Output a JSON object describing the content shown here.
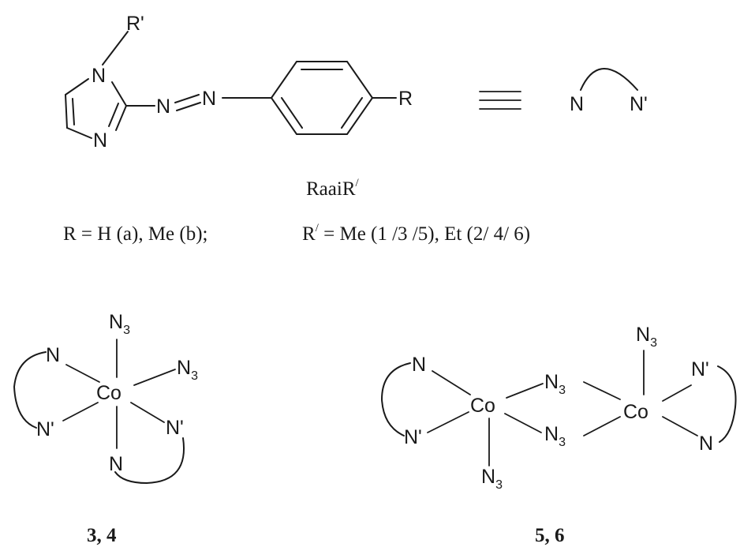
{
  "ligand": {
    "substituent_r_prime": "R'",
    "atom_n1": "N",
    "atom_n3": "N",
    "azo_n_left": "N",
    "azo_n_right": "N",
    "substituent_r": "R",
    "equiv_symbol": "≡",
    "donor_n": "N",
    "donor_n_prime": "N'",
    "name": "RaaiR",
    "name_prime": "/",
    "definition_r": "R = H (a), Me (b);",
    "definition_r_prime_prefix": "R",
    "definition_r_prime_sup": "/",
    "definition_r_prime_rest": " = Me (1 /3 /5), Et (2/ 4/ 6)"
  },
  "complex_monomer": {
    "metal": "Co",
    "azide_top": "N",
    "azide_top_sub": "3",
    "azide_right": "N",
    "azide_right_sub": "3",
    "donor_top_left": "N",
    "donor_bottom_left": "N'",
    "donor_right": "N'",
    "donor_bottom": "N",
    "label": "3, 4"
  },
  "complex_dimer": {
    "metal_left": "Co",
    "metal_right": "Co",
    "bridge_top": "N",
    "bridge_top_sub": "3",
    "bridge_bottom": "N",
    "bridge_bottom_sub": "3",
    "azide_top": "N",
    "azide_top_sub": "3",
    "azide_bottom": "N",
    "azide_bottom_sub": "3",
    "donor_left_top": "N",
    "donor_left_bottom": "N'",
    "donor_right_top": "N'",
    "donor_right_bottom": "N",
    "label": "5, 6"
  }
}
